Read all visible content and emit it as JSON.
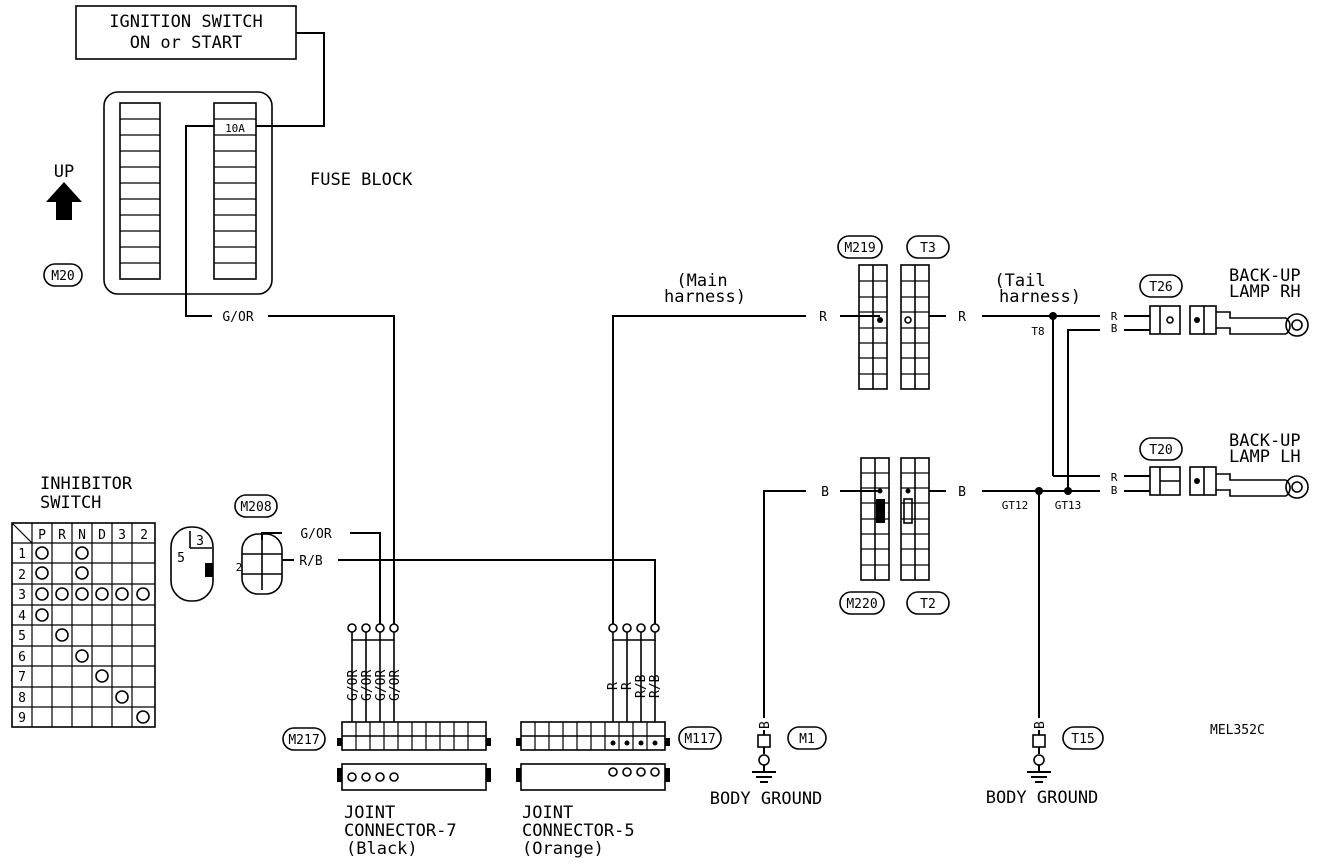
{
  "ignition_switch": {
    "line1": "IGNITION SWITCH",
    "line2": "ON or START"
  },
  "fuse": {
    "rating": "10A",
    "block_label": "FUSE BLOCK"
  },
  "up_arrow": "UP",
  "connectors": {
    "m20": "M20",
    "m208": "M208",
    "m217": "M217",
    "m117": "M117",
    "m219": "M219",
    "m220": "M220",
    "t3": "T3",
    "t2": "T2",
    "t26": "T26",
    "t20": "T20",
    "m1": "M1",
    "t15": "T15"
  },
  "wire_colors": {
    "g_or": "G/OR",
    "r_b": "R/B",
    "r": "R",
    "b": "B"
  },
  "harness": {
    "main_1": "(Main",
    "main_2": "harness)",
    "tail_1": "(Tail",
    "tail_2": "harness)"
  },
  "joints": {
    "t8": "T8",
    "gt12": "GT12",
    "gt13": "GT13"
  },
  "inhibitor": {
    "title1": "INHIBITOR",
    "title2": "SWITCH",
    "headers": [
      "P",
      "R",
      "N",
      "D",
      "3",
      "2"
    ],
    "rows": [
      "1",
      "2",
      "3",
      "4",
      "5",
      "6",
      "7",
      "8",
      "9"
    ],
    "connector_pins": {
      "p3": "3",
      "p5": "5",
      "p2": "2"
    }
  },
  "lamps": {
    "rh_1": "BACK-UP",
    "rh_2": "LAMP RH",
    "lh_1": "BACK-UP",
    "lh_2": "LAMP LH"
  },
  "joint_connectors": {
    "jc7_1": "JOINT",
    "jc7_2": "CONNECTOR-7",
    "jc7_3": "(Black)",
    "jc5_1": "JOINT",
    "jc5_2": "CONNECTOR-5",
    "jc5_3": "(Orange)"
  },
  "grounds": {
    "left": "BODY GROUND",
    "right": "BODY GROUND"
  },
  "reference": "MEL352C"
}
